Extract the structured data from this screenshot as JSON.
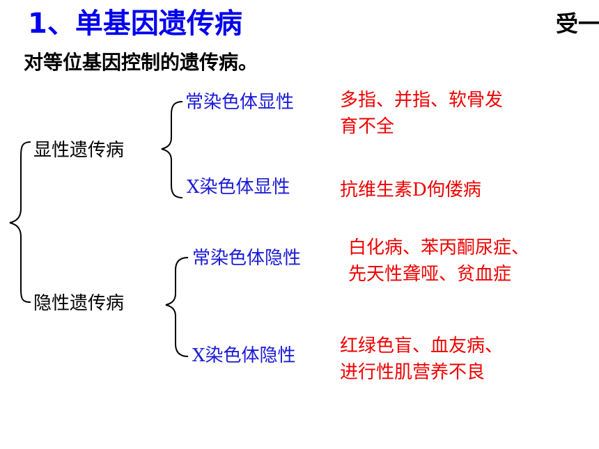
{
  "title": "1、单基因遗传病",
  "title_right": "受一",
  "definition": "对等位基因控制的遗传病。",
  "dominant": {
    "label": "显性遗传病",
    "autosomal": {
      "label": "常染色体显性",
      "examples_line1": "多指、并指、软骨发",
      "examples_line2": "育不全"
    },
    "x_linked": {
      "label": "X染色体显性",
      "examples": "抗维生素D佝偻病"
    }
  },
  "recessive": {
    "label": "隐性遗传病",
    "autosomal": {
      "label": "常染色体隐性",
      "examples_line1": "白化病、苯丙酮尿症、",
      "examples_line2": "先天性聋哑、贫血症"
    },
    "x_linked": {
      "label": "X染色体隐性",
      "examples_line1": "红绿色盲、血友病、",
      "examples_line2": "进行性肌营养不良"
    }
  }
}
